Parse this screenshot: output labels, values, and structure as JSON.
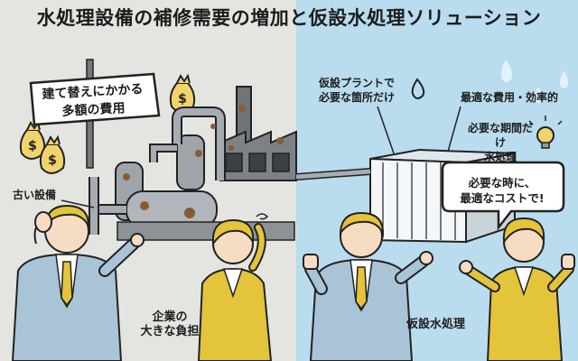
{
  "title": "水処理設備の補修需要の増加と仮設水処理ソリューション",
  "left": {
    "sign_line1": "建て替えにかかる",
    "sign_line2": "多額の費用",
    "old_equipment": "古い設備",
    "burden_line1": "企業の",
    "burden_line2": "大きな負担"
  },
  "right": {
    "where_line1": "仮設プラントで",
    "where_line2": "必要な箇所だけ",
    "cost_eff": "最適な費用・効率的",
    "period_line1": "必要な期間だけ",
    "period_line2": "水処理",
    "bubble_line1": "必要な時に、",
    "bubble_line2": "最適なコストで!",
    "temp_treatment": "仮設水処理"
  },
  "colors": {
    "left_bg": "#e4e4e1",
    "right_bg": "#b9dcee",
    "suit": "#a9c4d6",
    "tie": "#e3c43a",
    "rust": "#8a5a33"
  }
}
